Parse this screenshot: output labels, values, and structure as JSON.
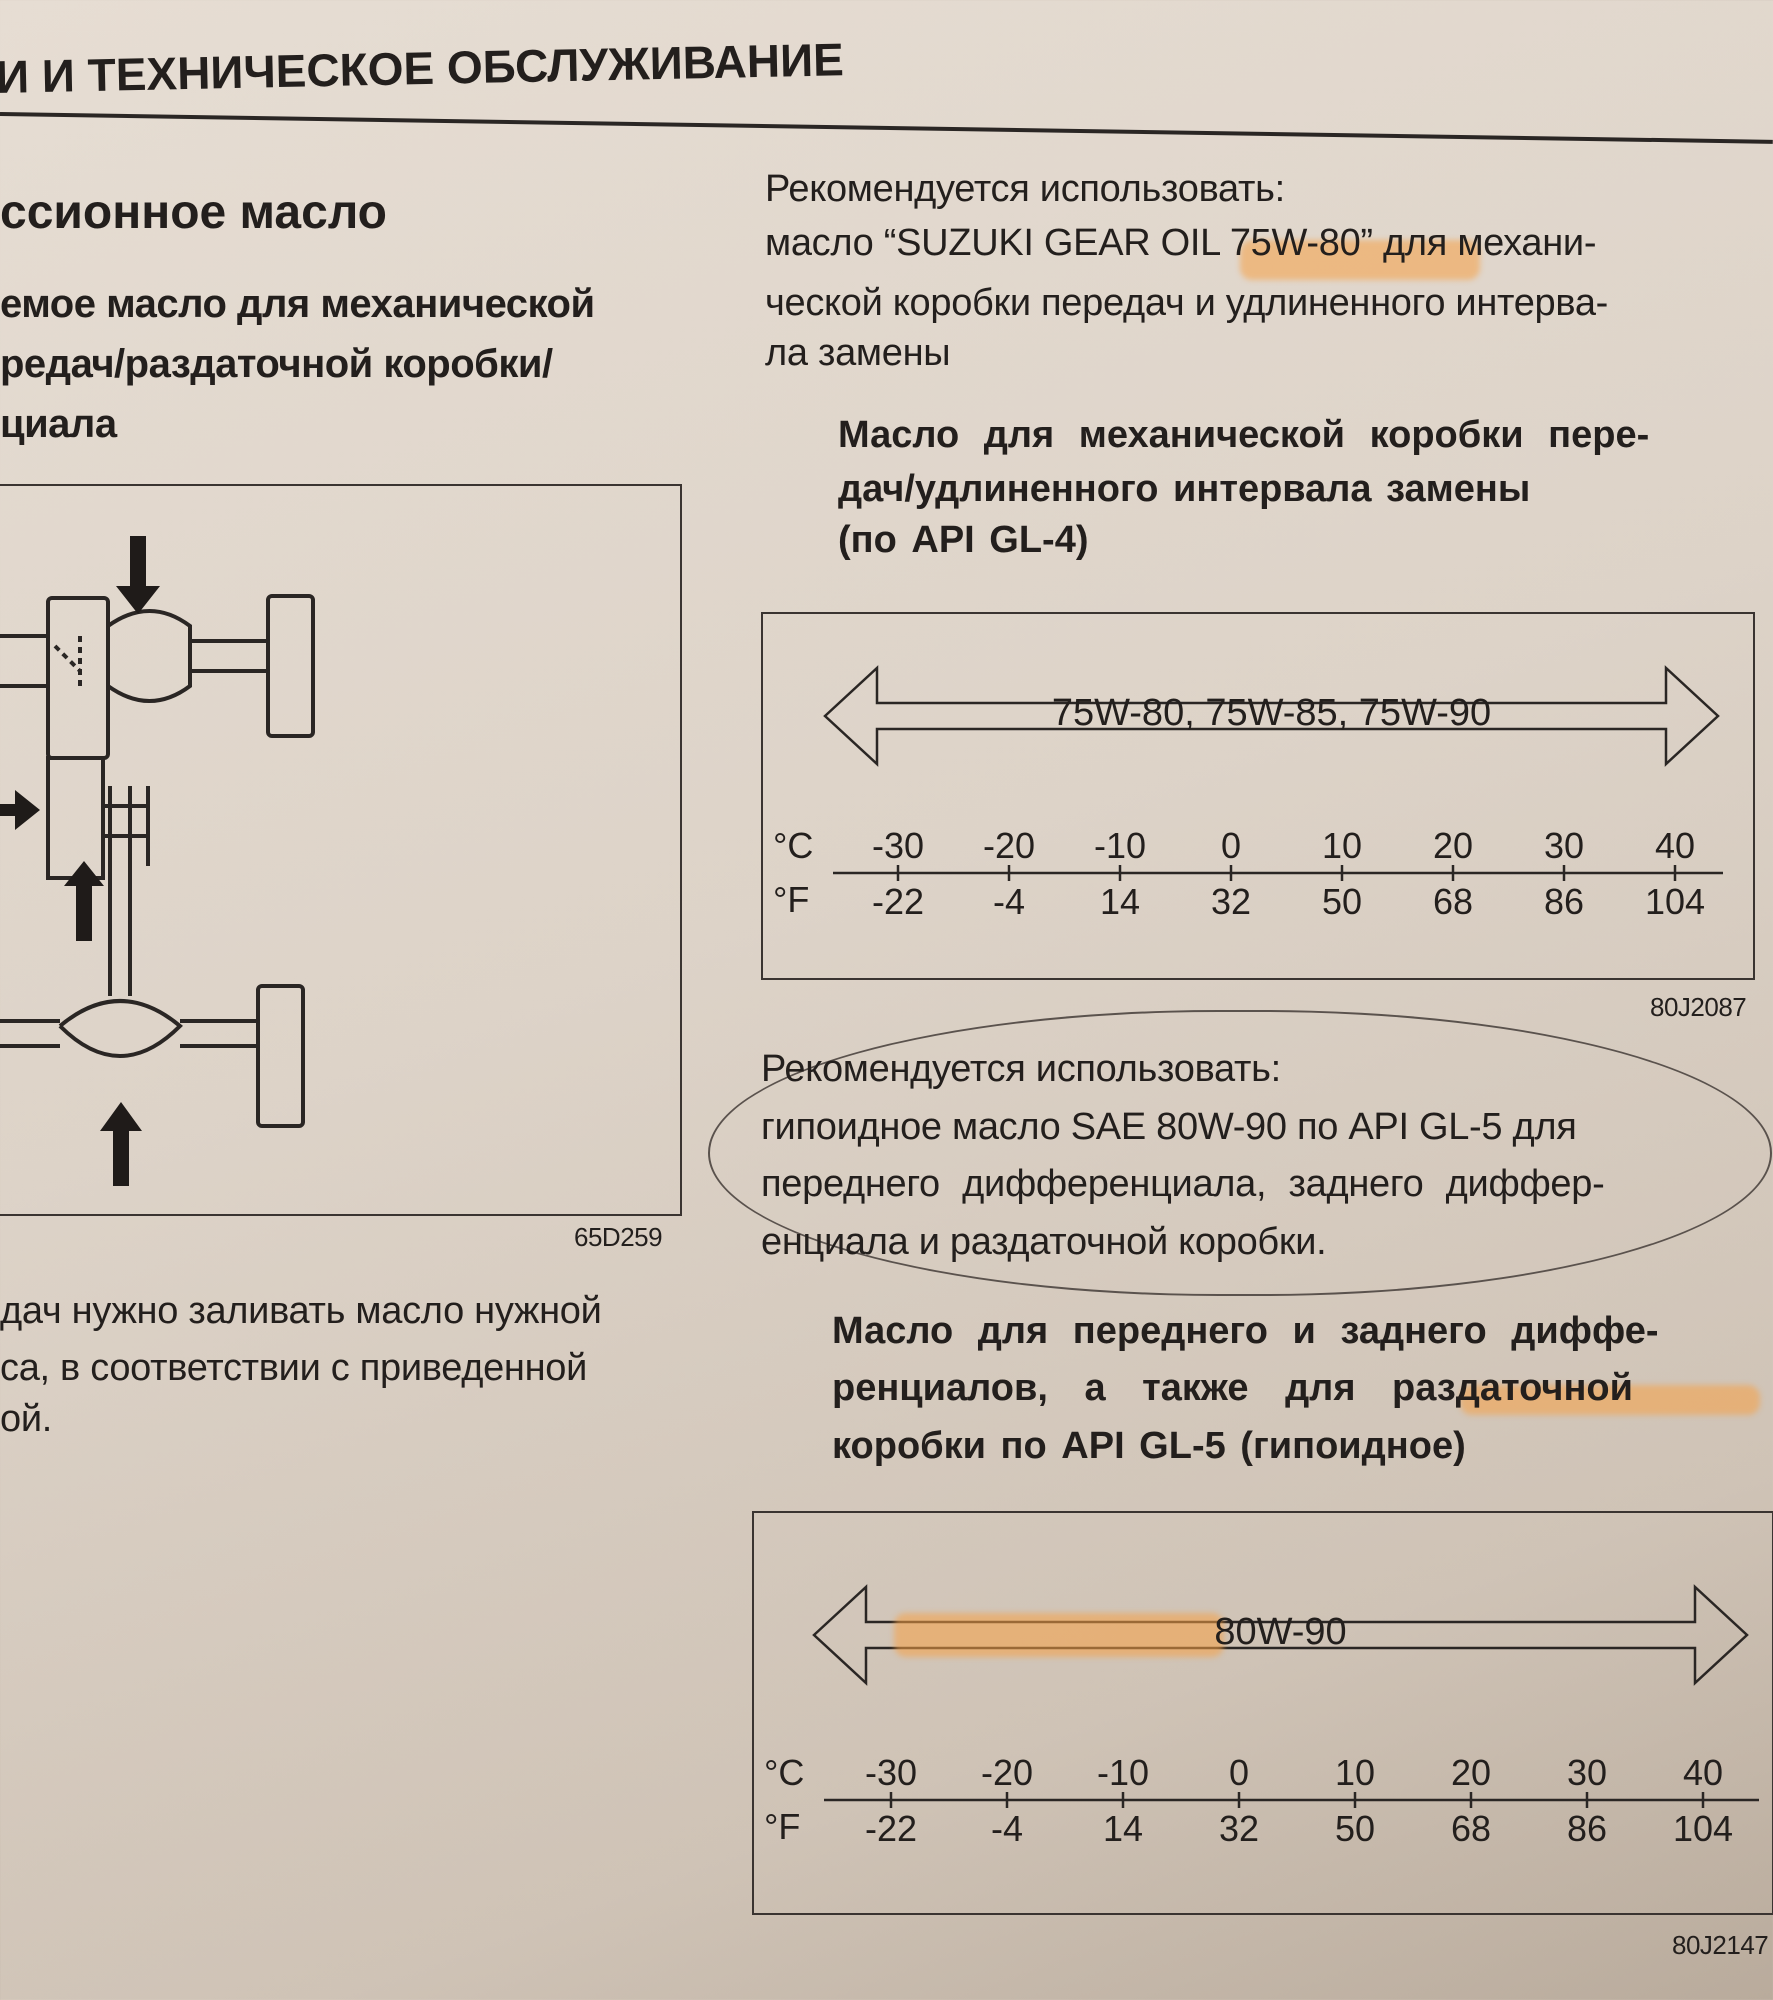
{
  "header": {
    "title": "И И ТЕХНИЧЕСКОЕ ОБСЛУЖИВАНИЕ"
  },
  "left": {
    "section_title": "ссионное масло",
    "subheading": [
      "емое масло для механической",
      "редач/раздаточной коробки/",
      "циала"
    ],
    "figure_code": "65D259",
    "body": [
      "дач нужно заливать масло нужной",
      "са, в соответствии с приведенной",
      "ой."
    ]
  },
  "right": {
    "rec1": {
      "title": "Рекомендуется использовать:",
      "lines": [
        "масло “SUZUKI GEAR OIL 75W-80” для механи-",
        "ческой коробки передач и удлиненного интерва-",
        "ла замены"
      ]
    },
    "heading1": [
      "Масло для механической коробки пере-",
      "дач/удлиненного интервала замены",
      "(по API GL-4)"
    ],
    "chart1": {
      "grades": "75W-80, 75W-85, 75W-90",
      "unit_c": "°C",
      "unit_f": "°F",
      "celsius": [
        "-30",
        "-20",
        "-10",
        "0",
        "10",
        "20",
        "30",
        "40"
      ],
      "fahrenheit": [
        "-22",
        "-4",
        "14",
        "32",
        "50",
        "68",
        "86",
        "104"
      ],
      "code": "80J2087"
    },
    "rec2": {
      "title": "Рекомендуется использовать:",
      "lines": [
        "гипоидное масло SAE 80W-90 по API GL-5 для",
        "переднего дифференциала, заднего диффер-",
        "енциала и раздаточной коробки."
      ]
    },
    "heading2": [
      "Масло для переднего и заднего диффе-",
      "ренциалов, а также для раздаточной",
      "коробки по API GL-5 (гипоидное)"
    ],
    "chart2": {
      "grades": "80W-90",
      "unit_c": "°C",
      "unit_f": "°F",
      "celsius": [
        "-30",
        "-20",
        "-10",
        "0",
        "10",
        "20",
        "30",
        "40"
      ],
      "fahrenheit": [
        "-22",
        "-4",
        "14",
        "32",
        "50",
        "68",
        "86",
        "104"
      ],
      "code": "80J2147"
    }
  }
}
